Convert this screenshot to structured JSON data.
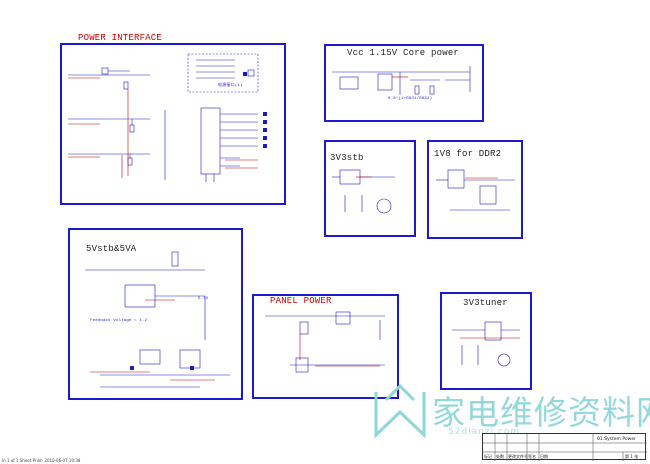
{
  "blocks": {
    "power_interface": {
      "title": "POWER INTERFACE",
      "title_color": "#d00000",
      "note": "电源接口(1)"
    },
    "vcc_core": {
      "title": "Vcc 1.15V  Core power",
      "title_color": "#222222",
      "note": "0.6*(1+R831/R832)"
    },
    "v3stb": {
      "title": "3V3stb",
      "title_color": "#222222"
    },
    "ddr2": {
      "title": "1V8 for DDR2",
      "title_color": "#222222"
    },
    "v5stb": {
      "title": "5Vstb&5VA",
      "title_color": "#222222",
      "note": "Feedback Voltage = 1.2",
      "rail": "5.1V"
    },
    "panel": {
      "title": "PANEL POWER",
      "title_color": "#d00000"
    },
    "tuner": {
      "title": "3V3tuner",
      "title_color": "#222222"
    }
  },
  "title_block": {
    "sheet_title": "01.System Power",
    "row_labels": [
      "标记",
      "处数",
      "更改文件号",
      "签名",
      "日期"
    ],
    "page": "第 1 张"
  },
  "watermark": {
    "text": "家电维修资料网",
    "url": "52dianzi.com"
  },
  "footer": "In 1 of 1  Sheet  Print: 2010-06-07 10:38"
}
